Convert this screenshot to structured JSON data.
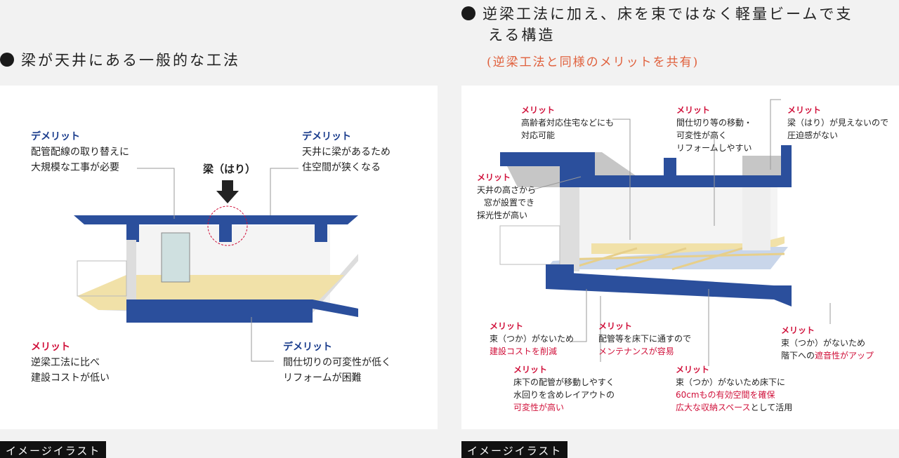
{
  "left": {
    "heading": "梁が天井にある一般的な工法",
    "tag": "イメージイラスト",
    "beam_label": "梁（はり）",
    "notes": [
      {
        "title": "デメリット",
        "lines": [
          "配管配線の取り替えに",
          "大規模な工事が必要"
        ]
      },
      {
        "title": "デメリット",
        "lines": [
          "天井に梁があるため",
          "住空間が狭くなる"
        ]
      },
      {
        "title": "メリット",
        "lines": [
          "逆梁工法に比べ",
          "建設コストが低い"
        ]
      },
      {
        "title": "デメリット",
        "lines": [
          "間仕切りの可変性が低く",
          "リフォームが困難"
        ]
      }
    ]
  },
  "right": {
    "heading_line1": "逆梁工法に加え、床を束ではなく軽量ビームで支",
    "heading_line2": "える構造",
    "subheading": "(逆梁工法と同様のメリットを共有)",
    "tag": "イメージイラスト",
    "notes": [
      {
        "title": "メリット",
        "lines": [
          "高齢者対応住宅などにも",
          "対応可能"
        ]
      },
      {
        "title": "メリット",
        "lines": [
          "間仕切り等の移動・",
          "可変性が高く",
          "リフォームしやすい"
        ]
      },
      {
        "title": "メリット",
        "lines": [
          "梁（はり）が見えないので",
          "圧迫感がない"
        ]
      },
      {
        "title": "メリット",
        "lines": [
          "天井の高さから",
          "窓が設置でき",
          "採光性が高い"
        ]
      },
      {
        "title": "メリット",
        "lines": [
          "束（つか）がないため"
        ],
        "red": "建設コストを削減"
      },
      {
        "title": "メリット",
        "lines": [
          "配管等を床下に通すので"
        ],
        "red": "メンテナンスが容易"
      },
      {
        "title": "メリット",
        "lines": [
          "束（つか）がないため"
        ],
        "pre": "階下への",
        "red": "遮音性がアップ"
      },
      {
        "title": "メリット",
        "lines": [
          "床下の配管が移動しやすく",
          "水回りを含めレイアウトの"
        ],
        "red": "可変性が高い"
      },
      {
        "title": "メリット",
        "lines": [
          "束（つか）がないため床下に"
        ],
        "red": "60cmもの有効空間を確保",
        "red2": "広大な収納スペース",
        "post": "として活用"
      }
    ]
  },
  "colors": {
    "structure": "#2b4f9c",
    "merit": "#d0103a",
    "demerit": "#1a3c8c",
    "subheading": "#e0603c",
    "floor": "#f3e4b0"
  }
}
